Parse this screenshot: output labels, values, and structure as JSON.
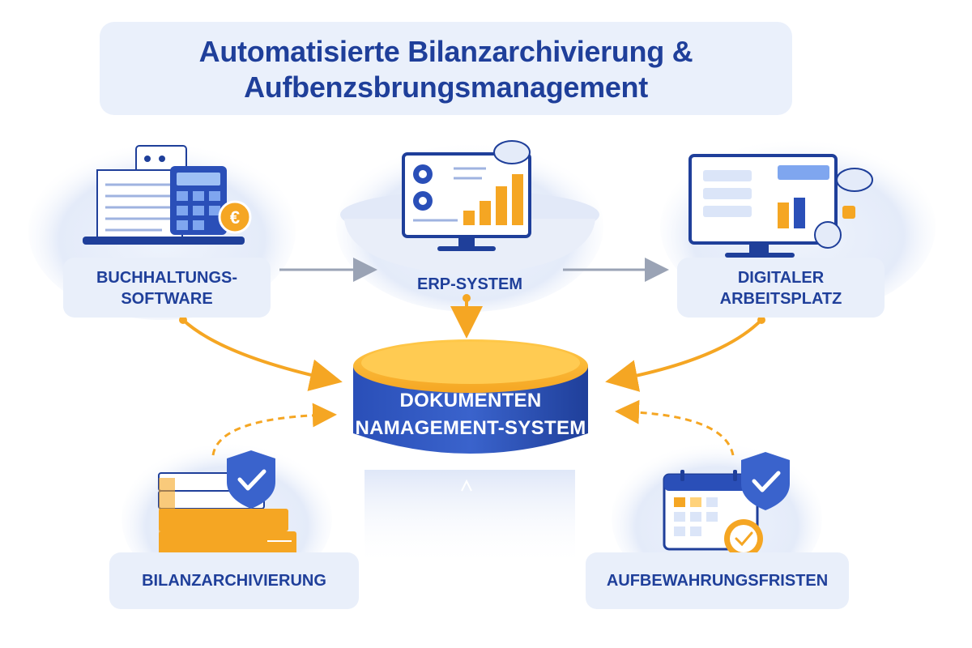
{
  "title": {
    "line1": "Automatisierte Bilanzarchivierung &",
    "line2": "Aufbenzsbrungsmanagement"
  },
  "nodes": {
    "accounting_line1": "BUCHHALTUNGS-",
    "accounting_line2": "SOFTWARE",
    "accounting_currency": "€",
    "erp": "ERP-SYSTEM",
    "workplace_line1": "DIGITALER",
    "workplace_line2": "ARBEITSPLATZ",
    "dms_line1": "DOKUMENTEN",
    "dms_line2": "NAMAGEMENT-SYSTEM",
    "archive": "BILANZARCHIVIERUNG",
    "retention": "AUFBEWAHRUNGSFRISTEN"
  },
  "colors": {
    "primary_blue": "#1f3f9a",
    "accent_orange": "#f5a623",
    "light_bg": "#eaf0fb",
    "arrow_gray": "#9aa3b5"
  },
  "icons": [
    "laptop-calculator-icon",
    "monitor-chart-icon",
    "monitor-dashboard-icon",
    "database-icon",
    "books-shield-icon",
    "calendar-clock-shield-icon"
  ]
}
